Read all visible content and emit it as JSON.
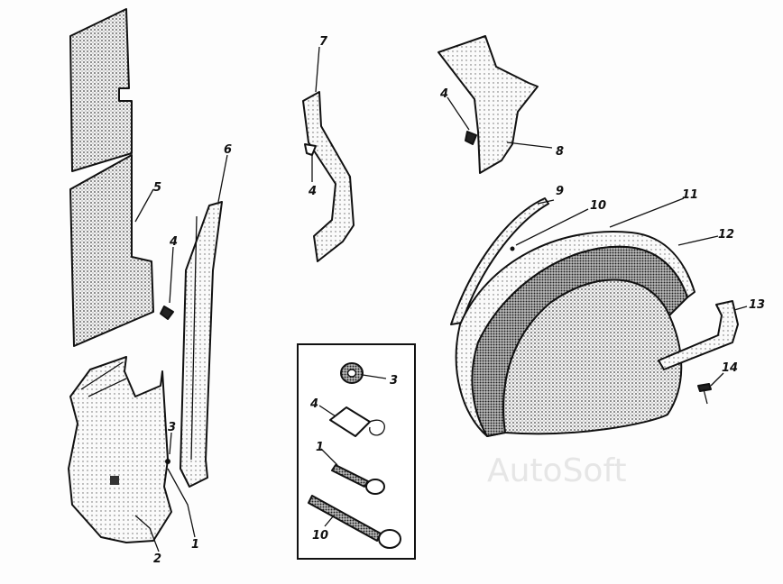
{
  "callouts": {
    "c1": "1",
    "c2": "2",
    "c3": "3",
    "c4a": "4",
    "c5": "5",
    "c6": "6",
    "c7": "7",
    "c4b": "4",
    "c4c": "4",
    "c8": "8",
    "c9": "9",
    "c10": "10",
    "c11": "11",
    "c12": "12",
    "c13": "13",
    "c14": "14"
  },
  "inset": {
    "c3": "3",
    "c4": "4",
    "c1": "1",
    "c10": "10"
  },
  "watermark": "AutoSoft",
  "colors": {
    "ink": "#111111",
    "paper": "#fdfdfd",
    "stipple": "#555555"
  }
}
